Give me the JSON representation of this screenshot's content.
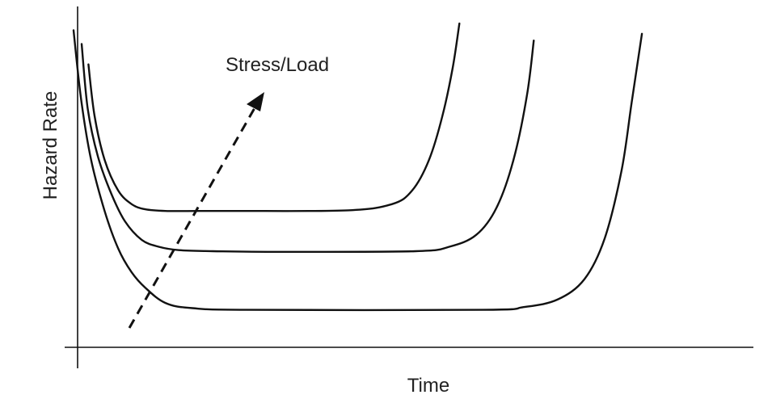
{
  "chart_data": {
    "type": "line",
    "title": "",
    "xlabel": "Time",
    "ylabel": "Hazard Rate",
    "annotation": "Stress/Load",
    "grid": false,
    "legend": "none",
    "xlim": [
      0,
      100
    ],
    "ylim": [
      0,
      100
    ],
    "series": [
      {
        "x": [
          1.6,
          2.5,
          4,
          6,
          8,
          10,
          13,
          18,
          24,
          40,
          46.5,
          49.5,
          52,
          54,
          55.5,
          56.5
        ],
        "y": [
          83,
          68,
          55,
          46,
          42,
          40.5,
          40,
          40,
          40,
          40.2,
          42,
          46,
          55,
          68,
          82,
          95
        ]
      },
      {
        "x": [
          0.6,
          1.5,
          3,
          5,
          7,
          9.5,
          12,
          15,
          20,
          30,
          50,
          55,
          59,
          62,
          64.5,
          66.5,
          67.5
        ],
        "y": [
          89,
          70,
          56,
          45,
          37,
          31.5,
          29.5,
          28.5,
          28.2,
          28,
          28.2,
          29.5,
          33,
          41,
          55,
          74,
          90
        ]
      },
      {
        "x": [
          -0.6,
          0.5,
          2,
          4,
          6,
          8,
          10,
          13,
          17,
          25,
          60,
          66,
          71,
          75,
          78,
          80.5,
          82,
          83.5
        ],
        "y": [
          93,
          73,
          55,
          40,
          29,
          22,
          17.5,
          13,
          11.5,
          11,
          11,
          11.8,
          14,
          20,
          32,
          52,
          72,
          92
        ]
      }
    ]
  }
}
